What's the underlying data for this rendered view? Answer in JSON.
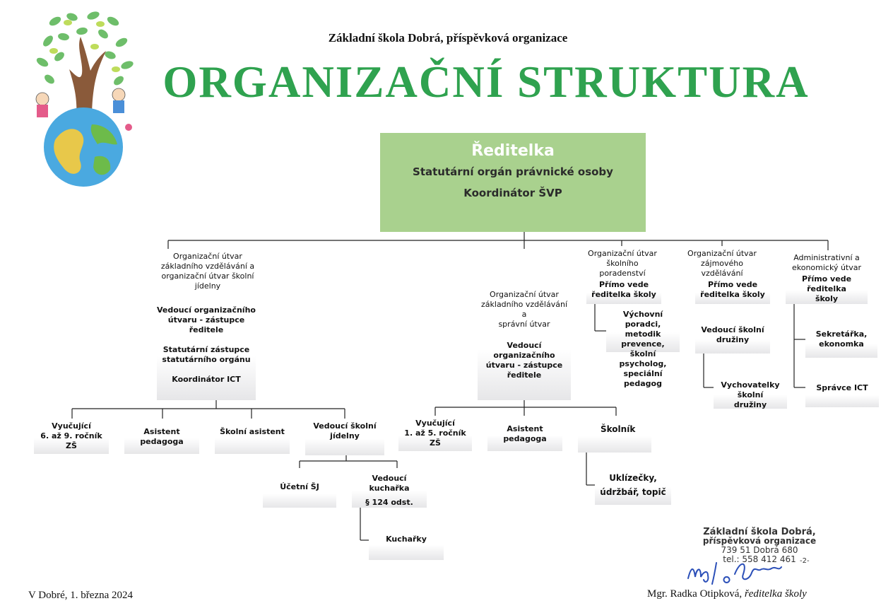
{
  "header": {
    "school_name": "Základní škola Dobrá, příspěvková organizace",
    "title": "ORGANIZAČNÍ STRUKTURA"
  },
  "logo": {
    "icon": "tree-globe-children-icon"
  },
  "colors": {
    "title_green": "#2fa24f",
    "root_fill": "#a9d18e",
    "line": "#222222"
  },
  "root": {
    "head": "Ředitelka",
    "line1": "Statutární orgán právnické osoby",
    "line2": "Koordinátor ŠVP"
  },
  "units": {
    "basic_1": {
      "unit_lines": [
        "Organizační útvar",
        "základního vzdělávání  a",
        "organizační útvar školní",
        "jídelny"
      ],
      "head_lines": [
        "Vedoucí organizačního",
        "útvaru - zástupce",
        "ředitele",
        "",
        "Statutární zástupce",
        "statutárního orgánu",
        "",
        "Koordinátor ICT"
      ]
    },
    "basic_2": {
      "unit_lines": [
        "Organizační útvar",
        "základního vzdělávání  a",
        "správní útvar"
      ],
      "head_lines": [
        "Vedoucí organizačního",
        "útvaru - zástupce ředitele"
      ]
    },
    "counseling": {
      "unit_lines": [
        "Organizační útvar",
        "školního",
        "poradenství"
      ],
      "head_lines": [
        "Přímo vede",
        "ředitelka školy"
      ]
    },
    "interest": {
      "unit_lines": [
        "Organizační útvar",
        "zájmového",
        "vzdělávání"
      ],
      "head_lines": [
        "Přímo vede",
        "ředitelka školy"
      ]
    },
    "admin": {
      "unit_lines": [
        "Administrativní a",
        "ekonomický útvar"
      ],
      "head_lines": [
        "Přímo vede ředitelka",
        "školy"
      ]
    }
  },
  "leaves": {
    "teachers_6_9": [
      "Vyučující",
      "6. až 9. ročník ZŠ"
    ],
    "assistant_1": [
      "Asistent pedagoga"
    ],
    "school_assistant": [
      "Školní asistent"
    ],
    "canteen_head": [
      "Vedoucí školní",
      "jídelny"
    ],
    "accountant": [
      "Účetní ŠJ"
    ],
    "head_cook": [
      "Vedoucí kuchařka",
      "§ 124 odst."
    ],
    "cooks": [
      "Kuchařky"
    ],
    "teachers_1_5": [
      "Vyučující",
      "1. až 5. ročník ZŠ"
    ],
    "assistant_2": [
      "Asistent pedagoga"
    ],
    "caretaker": [
      "Školník"
    ],
    "cleaners": [
      "Uklízečky,",
      "údržbář, topič"
    ],
    "counselors": [
      "Výchovní poradci,",
      "metodik prevence,",
      "školní psycholog,",
      "speciální pedagog"
    ],
    "club_head": [
      "Vedoucí školní",
      "družiny"
    ],
    "club_educators": [
      "Vychovatelky školní",
      "družiny"
    ],
    "secretary": [
      "Sekretářka,",
      "ekonomka"
    ],
    "ict_admin": [
      "Správce ICT"
    ]
  },
  "footer": {
    "date": "V Dobré, 1. března 2024",
    "signer_name": "Mgr. Radka Otipková, ",
    "signer_role": "ředitelka školy",
    "stamp_line1": "Základní škola Dobrá,",
    "stamp_line2": "příspěvková organizace",
    "stamp_line3": "739 51 Dobrá 680",
    "stamp_line4": "tel.: 558 412 461",
    "stamp_number": "-2-",
    "signature_text": "Mgr. R. Otip"
  }
}
